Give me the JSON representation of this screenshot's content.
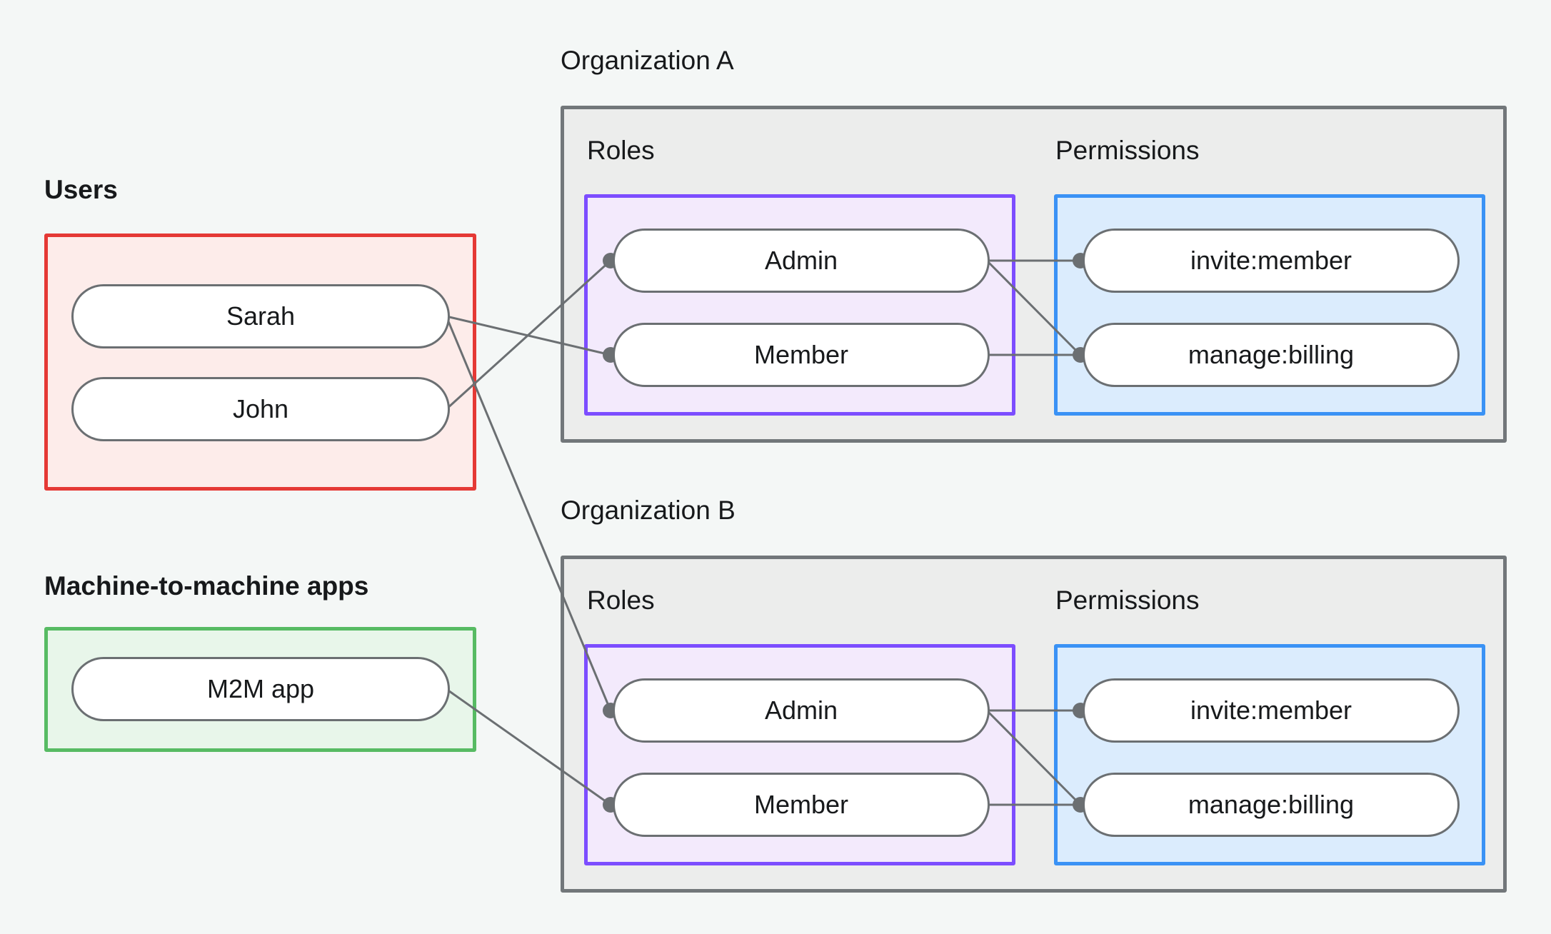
{
  "diagram": {
    "title_users": "Users",
    "title_m2m": "Machine-to-machine apps",
    "org_a_label": "Organization A",
    "org_b_label": "Organization B",
    "roles_label": "Roles",
    "permissions_label": "Permissions",
    "colors": {
      "background": "#f4f7f6",
      "users_border": "#e53935",
      "users_fill": "#fdecea",
      "m2m_border": "#57bb63",
      "m2m_fill": "#e8f6ea",
      "org_border": "#72777a",
      "org_fill": "#ecedec",
      "roles_border": "#7c4dff",
      "roles_fill": "#f3eafc",
      "permissions_border": "#3a92f5",
      "permissions_fill": "#dbecfd",
      "node_border": "#6b6f72",
      "node_fill": "#ffffff",
      "edge": "#6b6f72",
      "text": "#17191b"
    }
  },
  "users": {
    "heading": "Users",
    "items": [
      {
        "id": "sarah",
        "label": "Sarah"
      },
      {
        "id": "john",
        "label": "John"
      }
    ]
  },
  "machine_apps": {
    "heading": "Machine-to-machine apps",
    "items": [
      {
        "id": "m2m-app",
        "label": "M2M app"
      }
    ]
  },
  "organizations": [
    {
      "id": "org-a",
      "label": "Organization A",
      "roles": {
        "heading": "Roles",
        "items": [
          {
            "id": "org-a-admin",
            "label": "Admin"
          },
          {
            "id": "org-a-member",
            "label": "Member"
          }
        ]
      },
      "permissions": {
        "heading": "Permissions",
        "items": [
          {
            "id": "org-a-invite-member",
            "label": "invite:member"
          },
          {
            "id": "org-a-manage-billing",
            "label": "manage:billing"
          }
        ]
      }
    },
    {
      "id": "org-b",
      "label": "Organization B",
      "roles": {
        "heading": "Roles",
        "items": [
          {
            "id": "org-b-admin",
            "label": "Admin"
          },
          {
            "id": "org-b-member",
            "label": "Member"
          }
        ]
      },
      "permissions": {
        "heading": "Permissions",
        "items": [
          {
            "id": "org-b-invite-member",
            "label": "invite:member"
          },
          {
            "id": "org-b-manage-billing",
            "label": "manage:billing"
          }
        ]
      }
    }
  ],
  "edges": [
    {
      "from": "sarah",
      "to": "org-a-member"
    },
    {
      "from": "sarah",
      "to": "org-b-admin"
    },
    {
      "from": "john",
      "to": "org-a-admin"
    },
    {
      "from": "m2m-app",
      "to": "org-b-member"
    },
    {
      "from": "org-a-admin",
      "to": "org-a-invite-member"
    },
    {
      "from": "org-a-admin",
      "to": "org-a-manage-billing"
    },
    {
      "from": "org-a-member",
      "to": "org-a-manage-billing"
    },
    {
      "from": "org-b-admin",
      "to": "org-b-invite-member"
    },
    {
      "from": "org-b-admin",
      "to": "org-b-manage-billing"
    },
    {
      "from": "org-b-member",
      "to": "org-b-manage-billing"
    }
  ]
}
